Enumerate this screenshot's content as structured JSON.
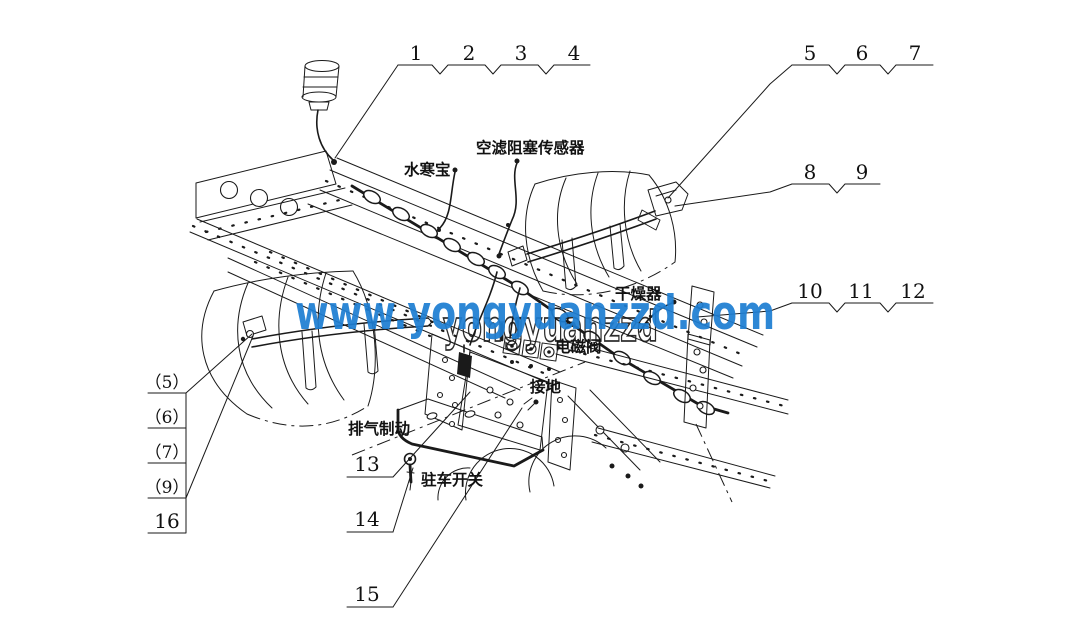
{
  "colors": {
    "line": "#1a1a1a",
    "background": "#ffffff",
    "watermark": "#1e7ed2"
  },
  "watermark": {
    "text": "www.yongyuanzzd.com",
    "outline_text": "yongyuanzzd"
  },
  "callouts": {
    "group_1_4": [
      "1",
      "2",
      "3",
      "4"
    ],
    "group_5_7": [
      "5",
      "6",
      "7"
    ],
    "group_8_9": [
      "8",
      "9"
    ],
    "group_10_12": [
      "10",
      "11",
      "12"
    ],
    "left_stack": [
      "（5）",
      "（6）",
      "（7）",
      "（9）",
      "16"
    ],
    "bottom_stack": [
      "13",
      "14",
      "15"
    ]
  },
  "part_labels": {
    "water_heater": "水寒宝",
    "air_filter_clog_sensor": "空滤阻塞传感器",
    "solenoid_valve": "电磁阀",
    "ground": "接地",
    "exhaust_brake": "排气制动",
    "parking_switch": "驻车开关",
    "air_dryer": "干燥器"
  }
}
